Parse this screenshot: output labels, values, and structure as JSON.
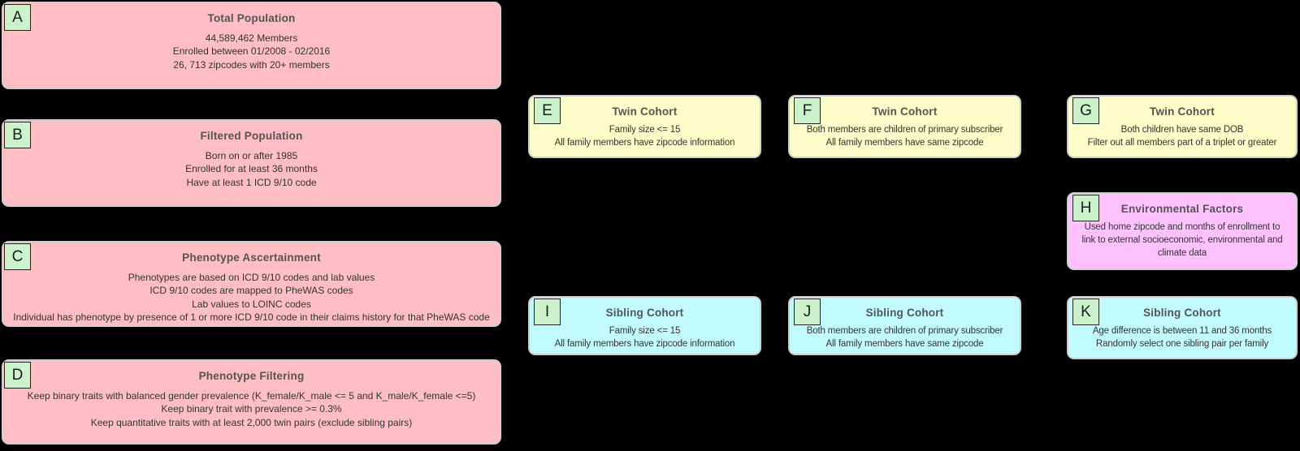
{
  "diagram": {
    "background": "#000000",
    "colors": {
      "population_pink": "#ffbec3",
      "twin_yellow": "#fdfdc9",
      "sibling_cyan": "#c2fbff",
      "environment_magenta": "#ffc2ff",
      "label_green": "#ccf2cc",
      "box_border": "#cfcfcf",
      "title_text": "#545454",
      "body_text": "#333333"
    },
    "boxes": [
      {
        "letter": "A",
        "title": "Total Population",
        "lines": [
          "44,589,462 Members",
          "Enrolled between 01/2008 - 02/2016",
          "26, 713 zipcodes with 20+ members"
        ]
      },
      {
        "letter": "B",
        "title": "Filtered Population",
        "lines": [
          "Born on or after 1985",
          "Enrolled for at least 36 months",
          "Have at least 1 ICD 9/10 code"
        ]
      },
      {
        "letter": "C",
        "title": "Phenotype Ascertainment",
        "lines": [
          "Phenotypes are based on ICD 9/10 codes and lab values",
          "ICD 9/10 codes are mapped to PheWAS codes",
          "Lab values to LOINC codes",
          "Individual has phenotype by presence of 1 or more ICD 9/10 code in their claims history for that PheWAS code"
        ]
      },
      {
        "letter": "D",
        "title": "Phenotype Filtering",
        "lines": [
          "Keep binary traits with balanced gender prevalence (K_female/K_male <= 5 and K_male/K_female <=5)",
          "Keep binary trait with prevalence >= 0.3%",
          "Keep quantitative traits with at least 2,000 twin pairs (exclude sibling pairs)"
        ]
      },
      {
        "letter": "E",
        "title": "Twin Cohort",
        "lines": [
          "Family size <= 15",
          "All family members have zipcode information"
        ]
      },
      {
        "letter": "F",
        "title": "Twin Cohort",
        "lines": [
          "Both members are children of primary subscriber",
          "All family members have same zipcode"
        ]
      },
      {
        "letter": "G",
        "title": "Twin Cohort",
        "lines": [
          "Both children have same DOB",
          "Filter out all members part of a triplet or greater"
        ]
      },
      {
        "letter": "H",
        "title": "Environmental Factors",
        "lines": [
          "Used home zipcode and months of enrollment to link to external socioeconomic, environmental and climate data"
        ]
      },
      {
        "letter": "I",
        "title": "Sibling Cohort",
        "lines": [
          "Family size <= 15",
          "All family members have zipcode information"
        ]
      },
      {
        "letter": "J",
        "title": "Sibling Cohort",
        "lines": [
          "Both members are children of primary subscriber",
          "All family members have same zipcode"
        ]
      },
      {
        "letter": "K",
        "title": "Sibling Cohort",
        "lines": [
          "Age difference is between 11 and 36 months",
          "Randomly select one sibling pair per family"
        ]
      }
    ]
  }
}
